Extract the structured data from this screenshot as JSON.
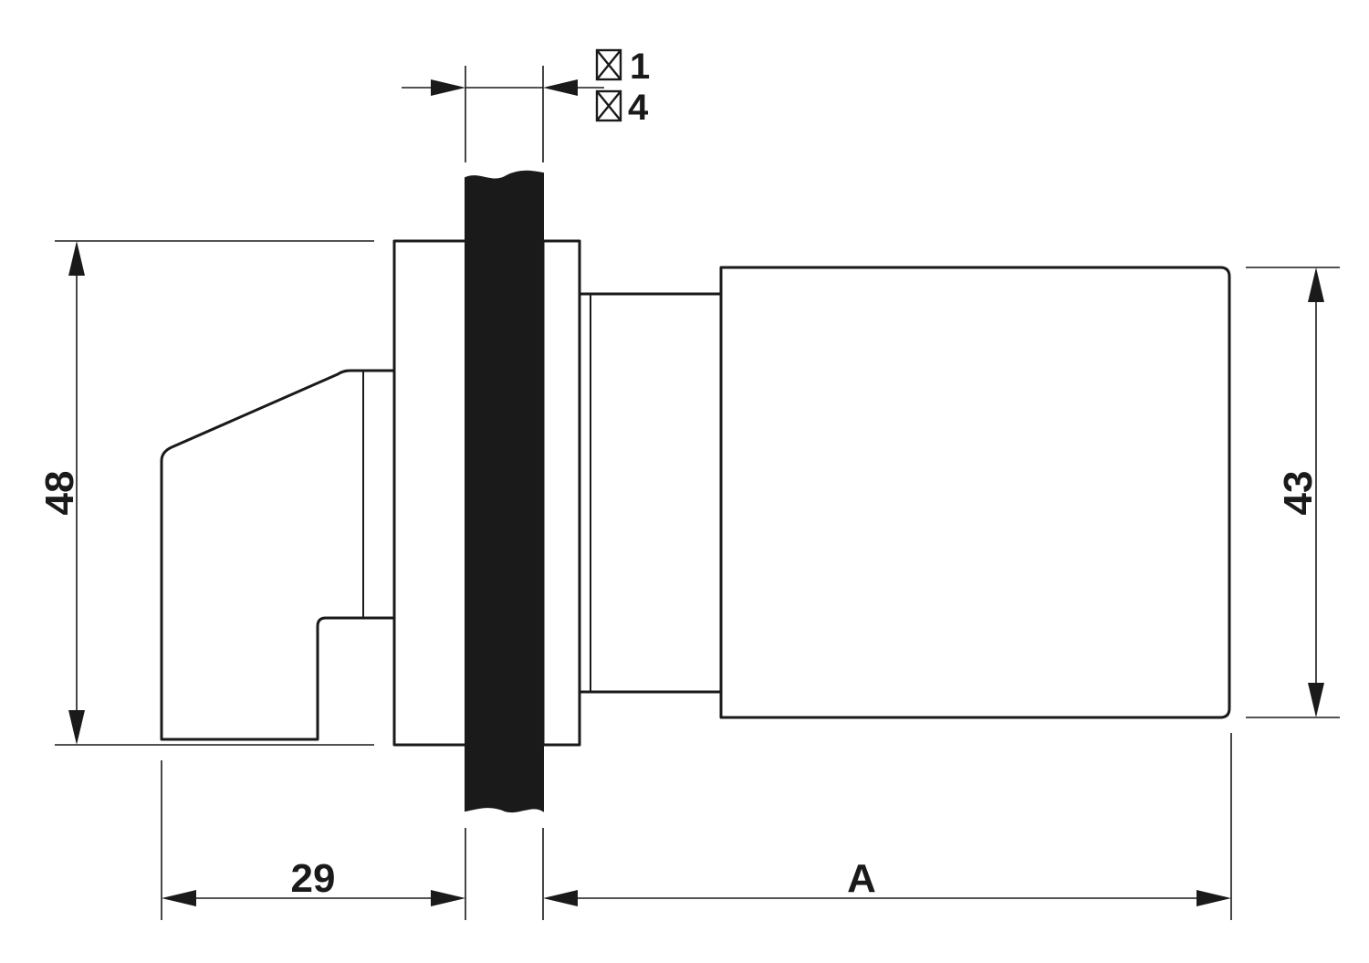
{
  "drawing": {
    "dimensions": {
      "height_left": "48",
      "height_right": "43",
      "depth_rear": "29",
      "length_front": "A"
    },
    "panel_thickness": {
      "min": "1",
      "max": "4"
    },
    "colors": {
      "line": "#1a1a1a",
      "panel": "#1a1a1a",
      "background": "#ffffff"
    }
  }
}
